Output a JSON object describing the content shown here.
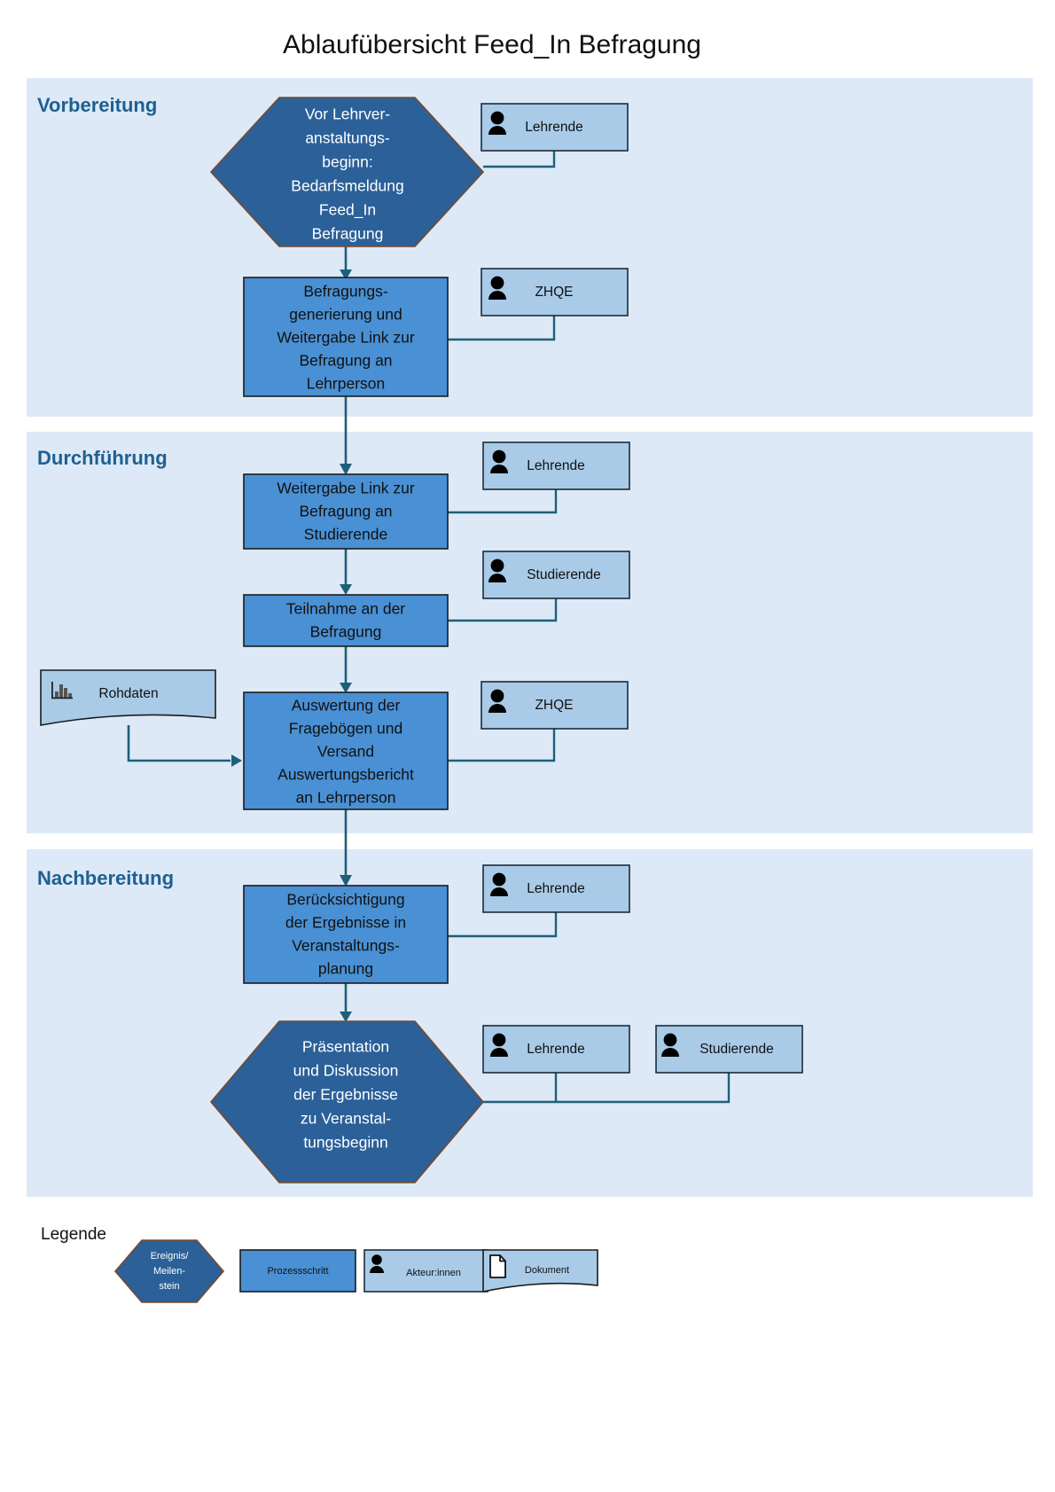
{
  "page": {
    "title": "Ablaufübersicht Feed_In Befragung",
    "colors": {
      "band_background": "#dde9f7",
      "band_title": "#1f6091",
      "milestone_fill": "#2b6099",
      "milestone_border": "#7a4a2a",
      "process_fill": "#4a90d4",
      "actor_fill": "#a9cbe8",
      "document_fill": "#a9cbe8",
      "connector": "#1d6079",
      "canvas": "#ffffff"
    }
  },
  "bands": [
    {
      "id": "vorbereitung",
      "label": "Vorbereitung"
    },
    {
      "id": "durchfuehrung",
      "label": "Durchführung"
    },
    {
      "id": "nachbereitung",
      "label": "Nachbereitung"
    }
  ],
  "nodes": {
    "milestone_start": {
      "type": "milestone",
      "lines": [
        "Vor Lehrver-",
        "anstaltungs-",
        "beginn:",
        "Bedarfsmeldung",
        "Feed_In",
        "Befragung"
      ]
    },
    "process_generierung": {
      "type": "process",
      "lines": [
        "Befragungs-",
        "generierung und",
        "Weitergabe Link zur",
        "Befragung an",
        "Lehrperson"
      ]
    },
    "process_weitergabe": {
      "type": "process",
      "lines": [
        "Weitergabe Link zur",
        "Befragung an",
        "Studierende"
      ]
    },
    "process_teilnahme": {
      "type": "process",
      "lines": [
        "Teilnahme an der",
        "Befragung"
      ]
    },
    "process_auswertung": {
      "type": "process",
      "lines": [
        "Auswertung der",
        "Fragebögen und",
        "Versand",
        "Auswertungsbericht",
        "an Lehrperson"
      ]
    },
    "process_beruecksichtigung": {
      "type": "process",
      "lines": [
        "Berücksichtigung",
        "der Ergebnisse in",
        "Veranstaltungs-",
        "planung"
      ]
    },
    "milestone_end": {
      "type": "milestone",
      "lines": [
        "Präsentation",
        "und Diskussion",
        "der Ergebnisse",
        "zu Veranstal-",
        "tungsbeginn"
      ]
    },
    "document_rohdaten": {
      "type": "document",
      "label": "Rohdaten",
      "icon": "bar-chart-icon"
    }
  },
  "actors": {
    "a1": {
      "label": "Lehrende",
      "icon": "person-icon"
    },
    "a2": {
      "label": "ZHQE",
      "icon": "person-icon"
    },
    "a3": {
      "label": "Lehrende",
      "icon": "person-icon"
    },
    "a4": {
      "label": "Studierende",
      "icon": "person-icon"
    },
    "a5": {
      "label": "ZHQE",
      "icon": "person-icon"
    },
    "a6": {
      "label": "Lehrende",
      "icon": "person-icon"
    },
    "a7": {
      "label": "Lehrende",
      "icon": "person-icon"
    },
    "a8": {
      "label": "Studierende",
      "icon": "person-icon"
    }
  },
  "legend": {
    "title": "Legende",
    "items": [
      {
        "id": "milestone",
        "lines": [
          "Ereignis/",
          "Meilen-",
          "stein"
        ],
        "shape": "hexagon"
      },
      {
        "id": "process",
        "lines": [
          "Prozessschritt"
        ],
        "shape": "rectangle"
      },
      {
        "id": "actor",
        "lines": [
          "Akteur:innen"
        ],
        "shape": "actor-box",
        "icon": "person-icon"
      },
      {
        "id": "document",
        "lines": [
          "Dokument"
        ],
        "shape": "document",
        "icon": "page-icon"
      }
    ]
  }
}
